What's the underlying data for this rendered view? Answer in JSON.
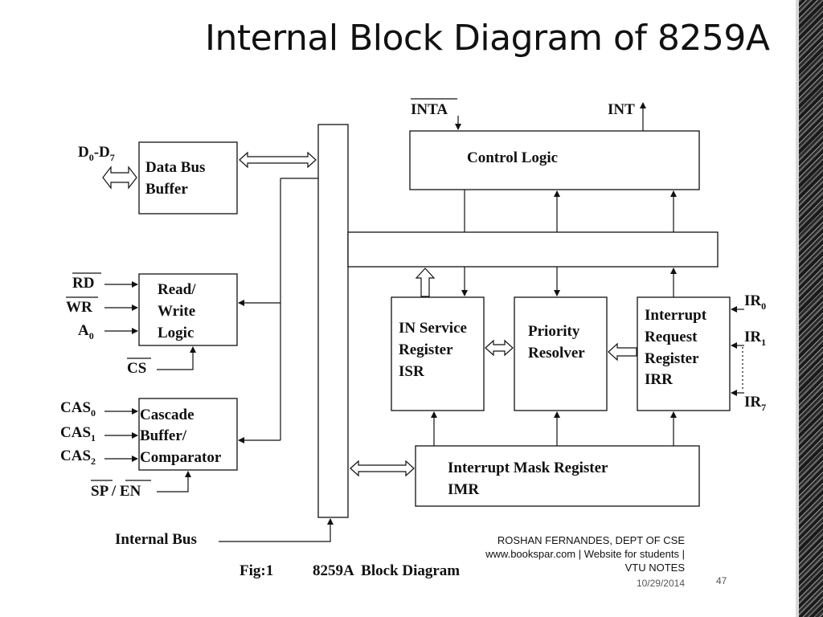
{
  "slide": {
    "title": "Internal Block Diagram of 8259A",
    "footer": {
      "author": "ROSHAN FERNANDES, DEPT OF CSE",
      "website": "www.bookspar.com | Website for students |",
      "notes": "VTU NOTES",
      "date": "10/29/2014",
      "page": "47"
    }
  },
  "diagram": {
    "blocks": {
      "data_bus_buffer": [
        "Data Bus",
        "Buffer"
      ],
      "read_write_logic": [
        "Read/",
        "Write",
        "Logic"
      ],
      "cascade": [
        "Cascade",
        "Buffer/",
        "Comparator"
      ],
      "control_logic": "Control Logic",
      "isr": [
        "IN Service",
        "Register",
        "ISR"
      ],
      "priority_resolver": [
        "Priority",
        "Resolver"
      ],
      "irr": [
        "Interrupt",
        "Request",
        "Register",
        "IRR"
      ],
      "imr": [
        "Interrupt Mask Register",
        "IMR"
      ]
    },
    "signals": {
      "data": {
        "base": "D",
        "sub0": "0",
        "dash": "-D",
        "sub7": "7"
      },
      "rd": "RD",
      "wr": "WR",
      "a0": {
        "base": "A",
        "sub": "0"
      },
      "cs": "CS",
      "cas0": {
        "base": "CAS",
        "sub": "0"
      },
      "cas1": {
        "base": "CAS",
        "sub": "1"
      },
      "cas2": {
        "base": "CAS",
        "sub": "2"
      },
      "sp_en": {
        "sp": "SP",
        "slash": " / ",
        "en": "EN"
      },
      "inta": "INTA",
      "int": "INT",
      "ir0": {
        "base": "IR",
        "sub": "0"
      },
      "ir1": {
        "base": "IR",
        "sub": "1"
      },
      "ir7": {
        "base": "IR",
        "sub": "7"
      },
      "internal_bus": "Internal Bus"
    },
    "caption": {
      "fig": "Fig:1",
      "text": "8259A  Block Diagram"
    }
  }
}
